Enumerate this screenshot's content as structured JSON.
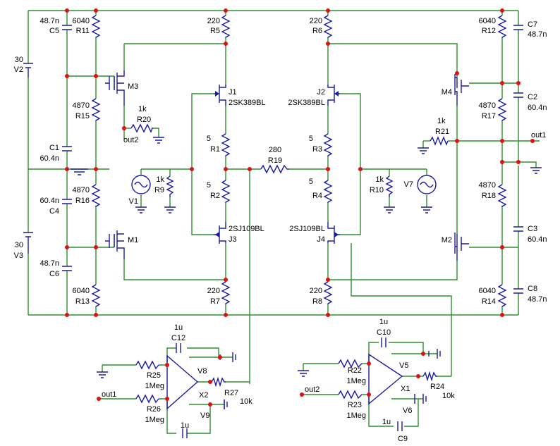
{
  "labels": {
    "R11": "R11",
    "R11v": "6040",
    "R5": "R5",
    "R5v": "220",
    "R6": "R6",
    "R6v": "220",
    "R12": "R12",
    "R12v": "6040",
    "C5": "C5",
    "C5v": "48.7n",
    "C7": "C7",
    "C7v": "48.7n",
    "V2": "V2",
    "V2v": "30",
    "V3": "V3",
    "V3v": "30",
    "M3": "M3",
    "M1": "M1",
    "M4": "M4",
    "M2": "M2",
    "J1": "J1",
    "J1t": "2SK389BL",
    "J2": "J2",
    "J2t": "2SK389BL",
    "J3": "J3",
    "J3t": "2SJ109BL",
    "J4": "J4",
    "J4t": "2SJ109BL",
    "R15": "R15",
    "R15v": "4870",
    "R17": "R17",
    "R17v": "4870",
    "C2": "C2",
    "C2v": "60.4n",
    "C1": "C1",
    "C1v": "60.4n",
    "R20": "R20",
    "R20v": "1k",
    "R21": "R21",
    "R21v": "1k",
    "out1": "out1",
    "out2": "out2",
    "R1": "R1",
    "R1v": "5",
    "R3": "R3",
    "R3v": "5",
    "R19": "R19",
    "R19v": "280",
    "R2": "R2",
    "R2v": "5",
    "R4": "R4",
    "R4v": "5",
    "R9": "R9",
    "R9v": "1k",
    "R10": "R10",
    "R10v": "1k",
    "V1": "V1",
    "V7": "V7",
    "R16": "R16",
    "R16v": "4870",
    "R18": "R18",
    "R18v": "4870",
    "C4": "C4",
    "C4v": "60.4n",
    "C3": "C3",
    "C3v": "60.4n",
    "C6": "C6",
    "C6v": "48.7n",
    "C8": "C8",
    "C8v": "48.7n",
    "R7": "R7",
    "R7v": "220",
    "R8": "R8",
    "R8v": "220",
    "R13": "R13",
    "R13v": "6040",
    "R14": "R14",
    "R14v": "6040",
    "C12": "C12",
    "C12v": "1u",
    "C10": "C10",
    "C10v": "1u",
    "R25": "R25",
    "R25v": "1Meg",
    "R26": "R26",
    "R26v": "1Meg",
    "R22": "R22",
    "R22v": "1Meg",
    "R23": "R23",
    "R23v": "1Meg",
    "V8": "V8",
    "V9": "V9",
    "V5": "V5",
    "V6": "V6",
    "X2": "X2",
    "X1": "X1",
    "R27": "R27",
    "R27v": "10k",
    "R24": "R24",
    "R24v": "10k",
    "C9": "C9",
    "C9v": "1u",
    "C11v": "1u",
    "out1b": "out1",
    "out2b": "out2"
  }
}
